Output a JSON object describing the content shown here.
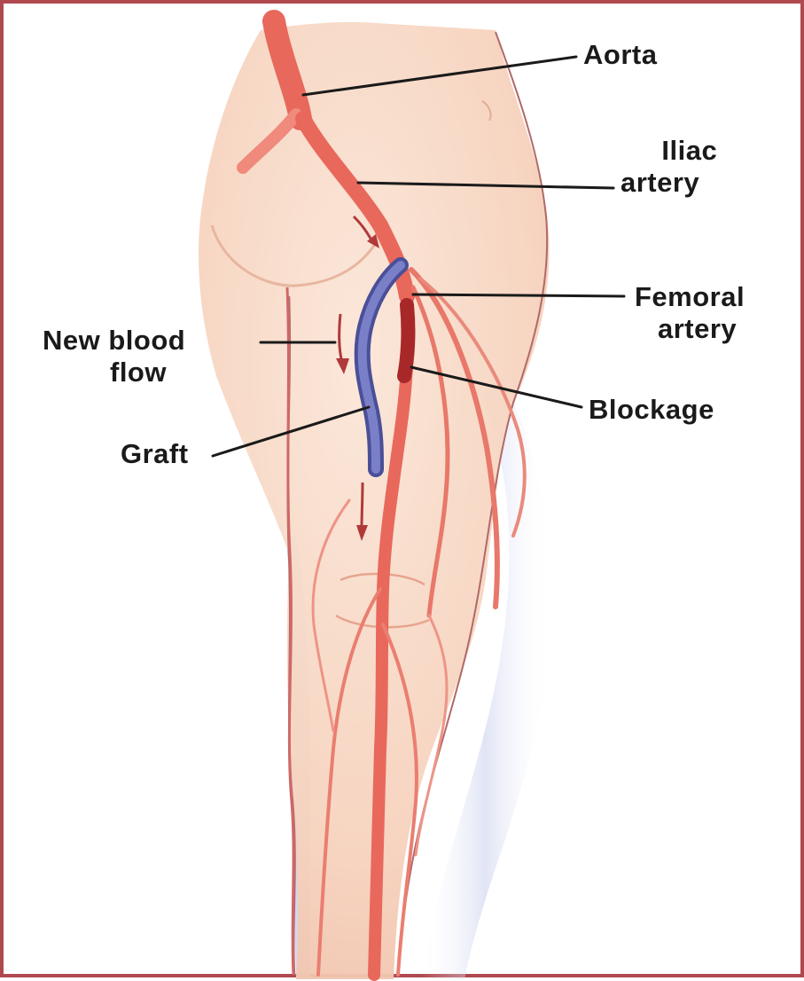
{
  "colors": {
    "frame": "#b04850",
    "skin": "#f6d2bd",
    "artery": "#e86a5e",
    "artery_dark": "#c8443e",
    "blockage": "#a8282a",
    "graft": "#6a6fb4",
    "shadow": "#ccd2ee",
    "leader": "#1a1a1a"
  },
  "labels": {
    "aorta": "Aorta",
    "iliac_line1": "Iliac",
    "iliac_line2": "artery",
    "femoral_line1": "Femoral",
    "femoral_line2": "artery",
    "new_flow_line1": "New blood",
    "new_flow_line2": "flow",
    "blockage": "Blockage",
    "graft": "Graft"
  }
}
